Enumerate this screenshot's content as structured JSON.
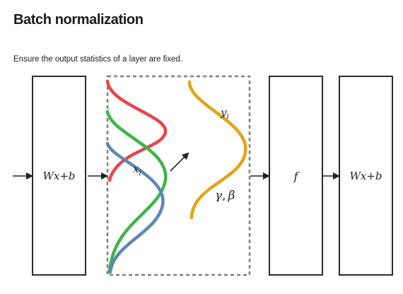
{
  "title": "Batch normalization",
  "subtitle": "Ensure the output statistics of a layer are fixed.",
  "blocks": {
    "input_layer": {
      "var_w": "W",
      "var_x": "x",
      "op": "+",
      "var_b": "b"
    },
    "activation": {
      "label": "f"
    },
    "output_layer": {
      "var_w": "W",
      "var_x": "x",
      "op": "+",
      "var_b": "b"
    }
  },
  "bn": {
    "input_var": "x",
    "input_sub": "i",
    "output_var": "y",
    "output_sub": "i",
    "param_gamma": "γ",
    "param_sep": ",",
    "param_beta": "β"
  },
  "colors": {
    "curve_red": "#e8474a",
    "curve_green": "#3fb34a",
    "curve_blue": "#5b87b5",
    "curve_yellow": "#e2a417",
    "box_border": "#2b2b2b",
    "dashed_border": "#808080"
  }
}
